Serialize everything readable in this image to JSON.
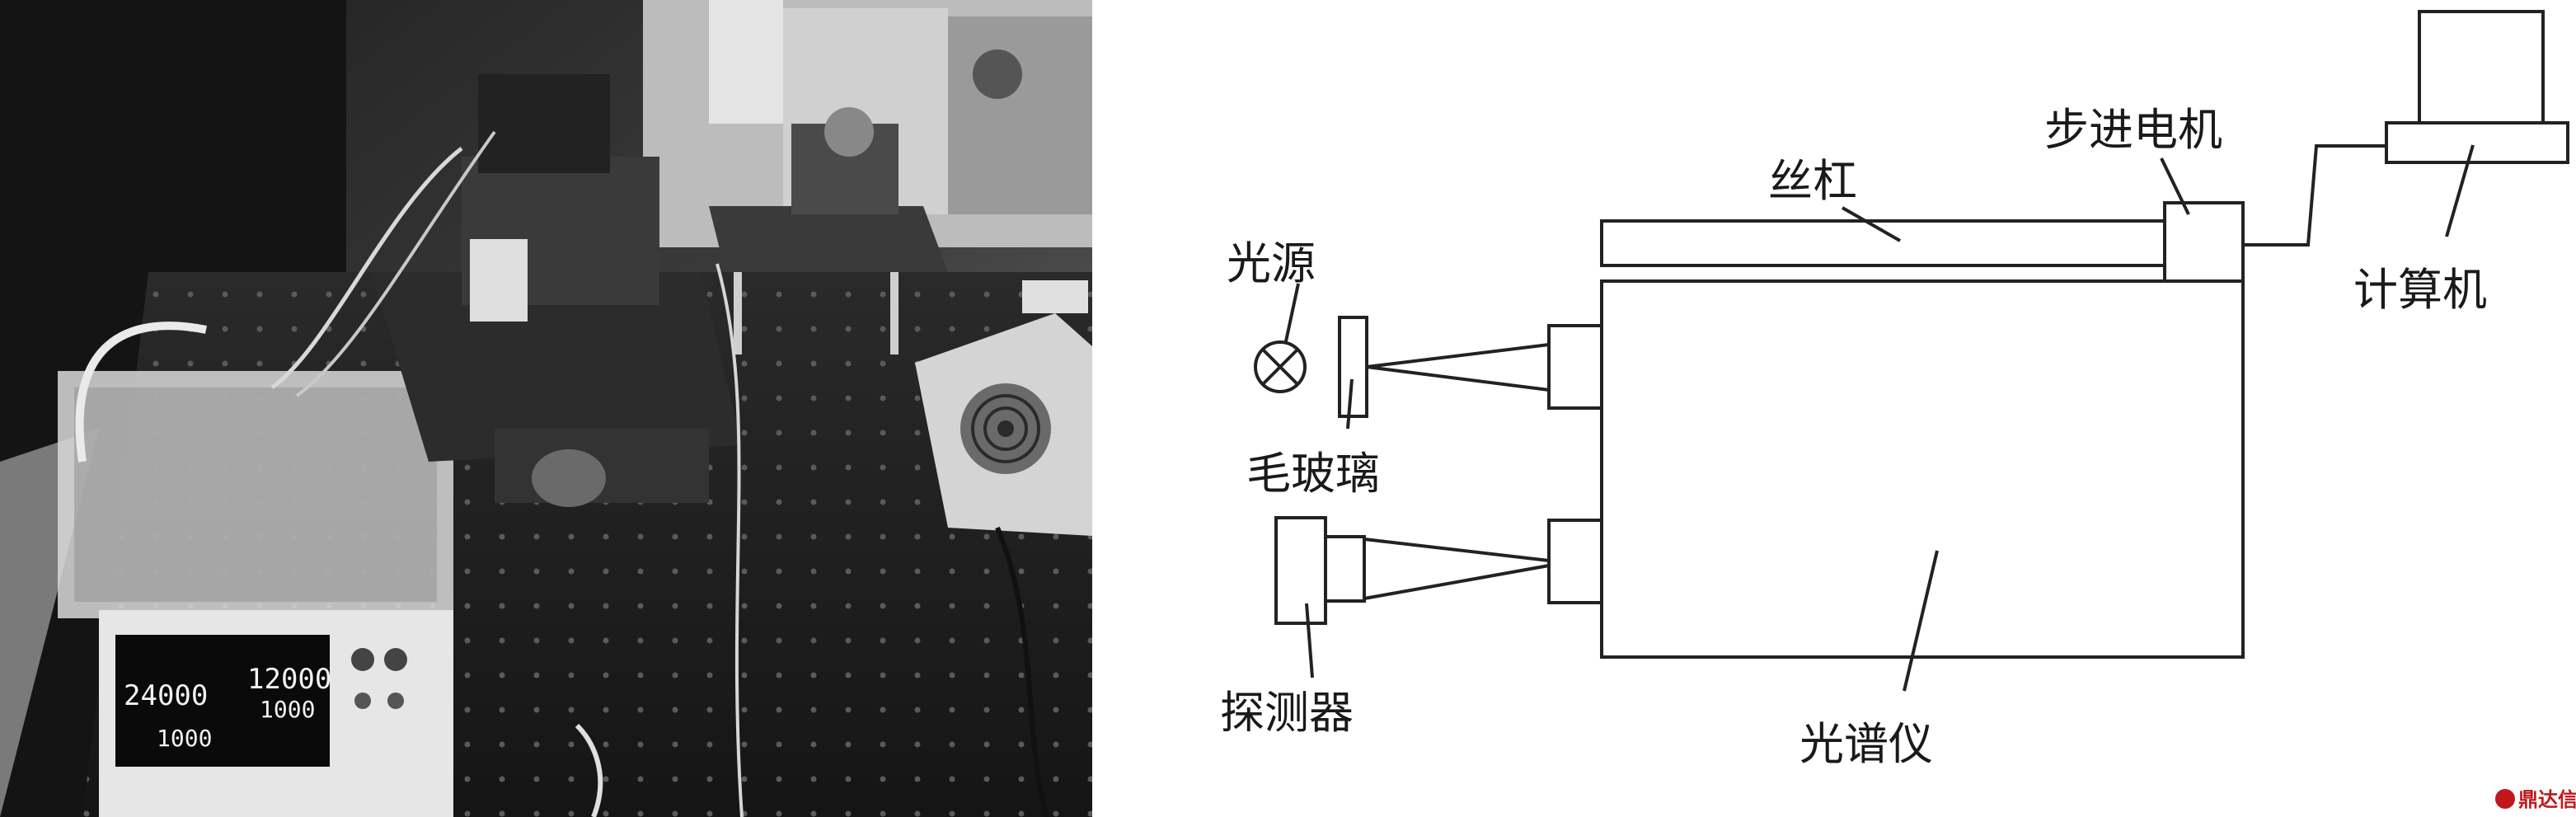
{
  "labels": {
    "lead_screw": "丝杠",
    "stepper_motor": "步进电机",
    "light_source": "光源",
    "computer": "计算机",
    "ground_glass": "毛玻璃",
    "detector": "探测器",
    "spectrometer": "光谱仪"
  },
  "instrument": {
    "readout_left": "24000",
    "readout_right": "12000",
    "readout_left_sub": "1000",
    "readout_right_sub": "1000"
  },
  "watermark": {
    "text": "鼎达信",
    "color": "#c0161c"
  },
  "icons": [
    "lamp-x-icon"
  ],
  "colors": {
    "line": "#222222",
    "photo_bg": "#8a8a8a"
  }
}
